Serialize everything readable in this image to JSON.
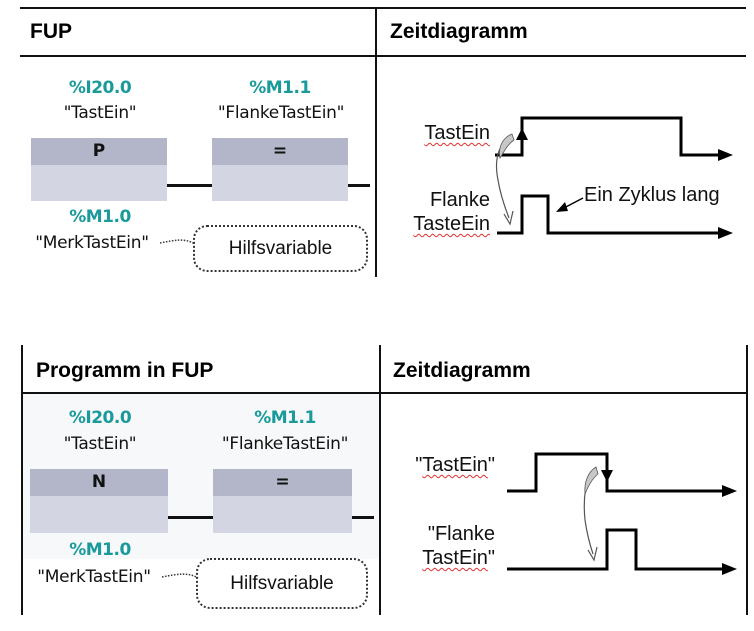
{
  "tables": [
    {
      "left_header": "FUP",
      "right_header": "Zeitdiagramm",
      "fup": {
        "input_address": "%I20.0",
        "input_symbol": "\"TastEin\"",
        "edge_box_label": "P",
        "output_address": "%M1.1",
        "output_symbol": "\"FlankeTastEin\"",
        "assign_box_label": "=",
        "memory_address": "%M1.0",
        "memory_symbol": "\"MerkTastEin\"",
        "callout": "Hilfsvariable"
      },
      "timing": {
        "signal1_label": "TastEin",
        "signal2_label_line1": "Flanke",
        "signal2_label_line2": "TasteEin",
        "annotation": "Ein Zyklus lang",
        "edge_type": "rising"
      }
    },
    {
      "left_header": "Programm in FUP",
      "right_header": "Zeitdiagramm",
      "fup": {
        "input_address": "%I20.0",
        "input_symbol": "\"TastEin\"",
        "edge_box_label": "N",
        "output_address": "%M1.1",
        "output_symbol": "\"FlankeTastEin\"",
        "assign_box_label": "=",
        "memory_address": "%M1.0",
        "memory_symbol": "\"MerkTastEin\"",
        "callout": "Hilfsvariable"
      },
      "timing": {
        "signal1_label_prefix": "\"",
        "signal1_label": "TastEin",
        "signal1_label_suffix": "\"",
        "signal2_label_line1": "\"Flanke",
        "signal2_label_line2": "TastEin",
        "signal2_label_line2_suffix": "\"",
        "edge_type": "falling"
      }
    }
  ]
}
